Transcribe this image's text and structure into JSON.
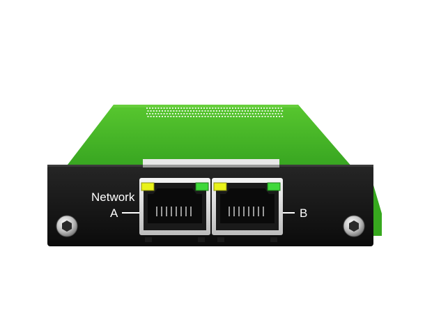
{
  "module": {
    "labels": {
      "title": "Network",
      "port_a": "A",
      "port_b": "B"
    },
    "colors": {
      "pcb": "#3fae22",
      "pcb_dark": "#2f8c18",
      "faceplate": "#141414",
      "port_housing": "#c8c8c8",
      "led_yellow": "#e9f21a",
      "led_green": "#3fd83a"
    },
    "icons": {
      "left_screw": "thumbscrew-icon",
      "right_screw": "thumbscrew-icon"
    }
  }
}
